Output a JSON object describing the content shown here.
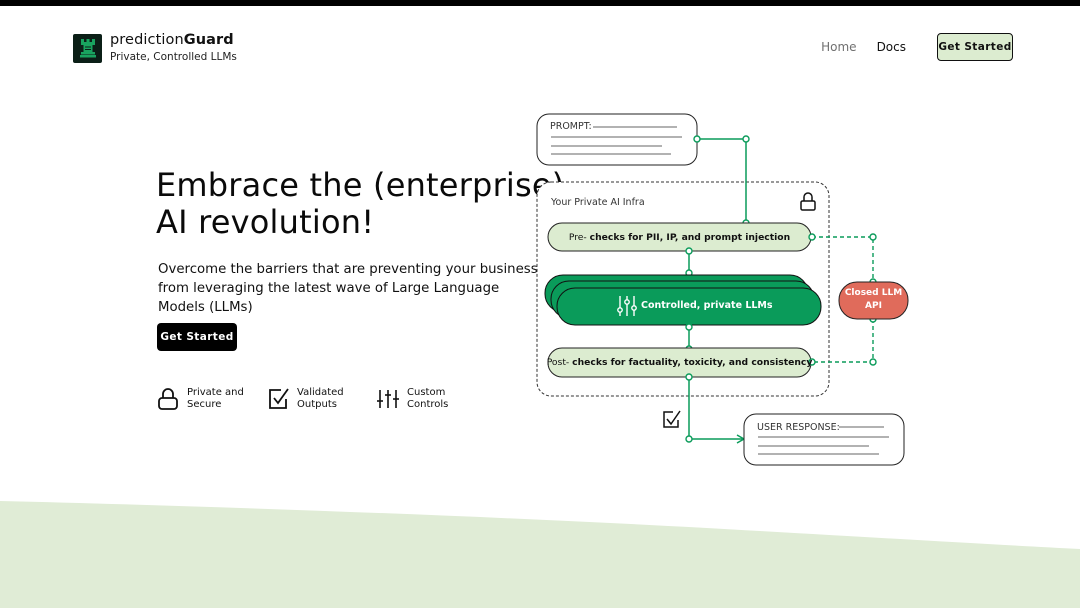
{
  "colors": {
    "brand_green": "#0a9b5a",
    "light_green": "#dcecd0",
    "closed_llm_red": "#e06b5b",
    "wave": "#e0ecd6"
  },
  "header": {
    "logo_icon": "rook-icon",
    "brand_prefix": "prediction",
    "brand_suffix": "Guard",
    "tagline": "Private, Controlled LLMs",
    "nav": {
      "home": "Home",
      "docs": "Docs",
      "cta": "Get Started"
    }
  },
  "hero": {
    "title_line1": "Embrace the (enterprise)",
    "title_line2": "AI revolution!",
    "subtitle": "Overcome the barriers that are preventing your business from leveraging the latest wave of Large Language Models (LLMs)",
    "cta": "Get Started"
  },
  "features": [
    {
      "icon": "lock-icon",
      "line1": "Private and",
      "line2": "Secure"
    },
    {
      "icon": "checkbox-icon",
      "line1": "Validated",
      "line2": "Outputs"
    },
    {
      "icon": "sliders-icon",
      "line1": "Custom",
      "line2": "Controls"
    }
  ],
  "diagram": {
    "prompt_label": "PROMPT:",
    "infra_label": "Your Private AI Infra",
    "pre_prefix": "Pre-",
    "pre_text": "checks for PII, IP, and prompt injection",
    "llm_label": "Controlled, private LLMs",
    "post_prefix": "Post-",
    "post_text": "checks for factuality, toxicity, and consistency",
    "closed_llm_line1": "Closed LLM",
    "closed_llm_line2": "API",
    "response_label": "USER RESPONSE:"
  }
}
